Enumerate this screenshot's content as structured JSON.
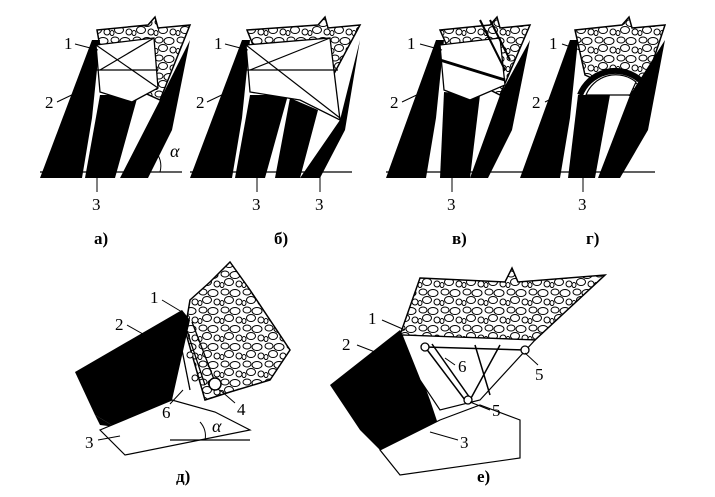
{
  "colors": {
    "ink": "#000000",
    "paper": "#ffffff"
  },
  "panels": [
    {
      "id": "a",
      "caption": "а)",
      "labels": [
        "1",
        "2",
        "3"
      ],
      "angle": "α"
    },
    {
      "id": "b",
      "caption": "б)",
      "labels": [
        "1",
        "2",
        "3",
        "3"
      ]
    },
    {
      "id": "v",
      "caption": "в)",
      "labels": [
        "1",
        "2",
        "3"
      ]
    },
    {
      "id": "g",
      "caption": "г)",
      "labels": [
        "1",
        "2",
        "3"
      ]
    },
    {
      "id": "d",
      "caption": "д)",
      "labels": [
        "1",
        "2",
        "6",
        "4",
        "3"
      ],
      "angle": "α"
    },
    {
      "id": "e",
      "caption": "е)",
      "labels": [
        "1",
        "2",
        "6",
        "5",
        "5",
        "3"
      ]
    }
  ]
}
